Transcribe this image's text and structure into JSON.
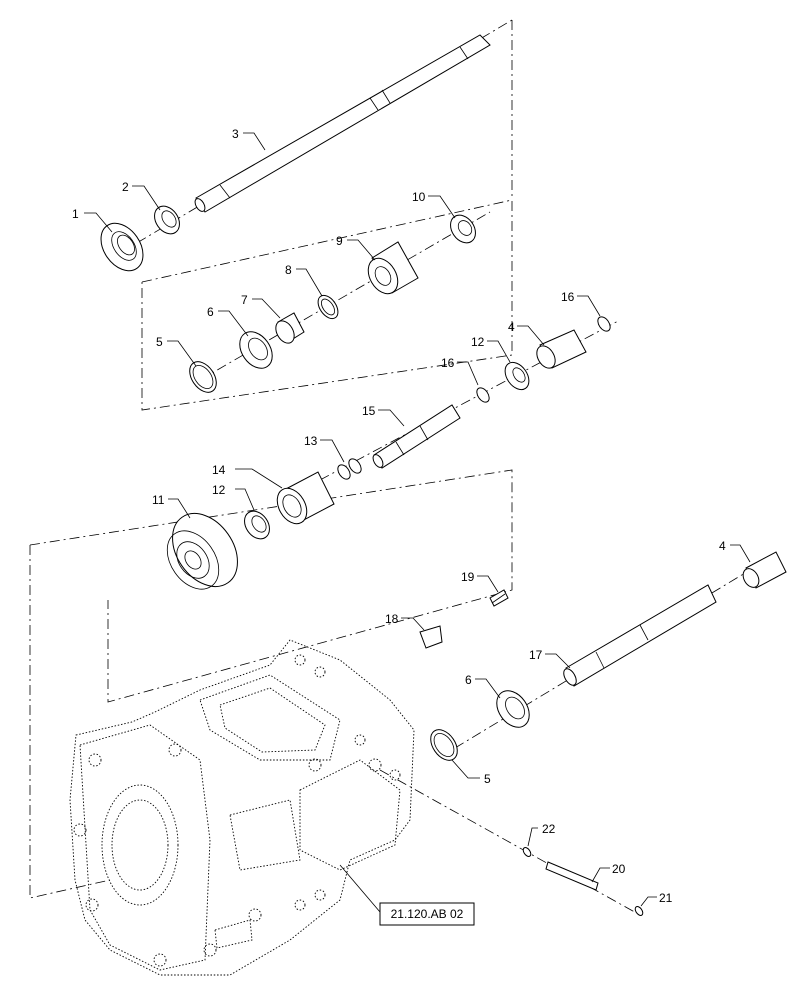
{
  "callouts": [
    {
      "id": "c1",
      "text": "1"
    },
    {
      "id": "c2",
      "text": "2"
    },
    {
      "id": "c3",
      "text": "3"
    },
    {
      "id": "c4a",
      "text": "4"
    },
    {
      "id": "c4b",
      "text": "4"
    },
    {
      "id": "c5a",
      "text": "5"
    },
    {
      "id": "c5b",
      "text": "5"
    },
    {
      "id": "c6a",
      "text": "6"
    },
    {
      "id": "c6b",
      "text": "6"
    },
    {
      "id": "c7",
      "text": "7"
    },
    {
      "id": "c8",
      "text": "8"
    },
    {
      "id": "c9",
      "text": "9"
    },
    {
      "id": "c10",
      "text": "10"
    },
    {
      "id": "c11",
      "text": "11"
    },
    {
      "id": "c12a",
      "text": "12"
    },
    {
      "id": "c12b",
      "text": "12"
    },
    {
      "id": "c13",
      "text": "13"
    },
    {
      "id": "c14",
      "text": "14"
    },
    {
      "id": "c15",
      "text": "15"
    },
    {
      "id": "c16a",
      "text": "16"
    },
    {
      "id": "c16b",
      "text": "16"
    },
    {
      "id": "c17",
      "text": "17"
    },
    {
      "id": "c18",
      "text": "18"
    },
    {
      "id": "c19",
      "text": "19"
    },
    {
      "id": "c20",
      "text": "20"
    },
    {
      "id": "c21",
      "text": "21"
    },
    {
      "id": "c22",
      "text": "22"
    }
  ],
  "reference": {
    "text": "21.120.AB 02"
  }
}
